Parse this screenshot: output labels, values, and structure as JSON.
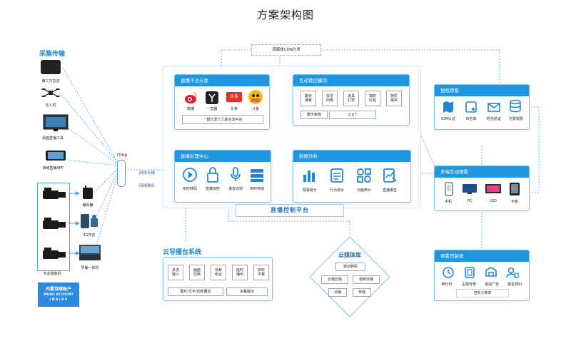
{
  "title": "方案架构图",
  "capture": {
    "label": "采集传输",
    "items": [
      {
        "label": "第三方拉流"
      },
      {
        "label": "无人机"
      },
      {
        "label": "桌面直播工具"
      },
      {
        "label": "目睹直播APP"
      }
    ],
    "cameras": [
      {
        "label": "编码器"
      },
      {
        "label": "4G背包"
      },
      {
        "label": "导播一体机"
      }
    ],
    "camera_label": "专业摄像机",
    "rtmp": "rtmp",
    "net_transfer": "网络传输",
    "net_aggregate": "网络聚合",
    "badge": {
      "line1": "内置目睹账户",
      "line2": "MUDU ACCOUNT",
      "line3": "I N S I D E"
    }
  },
  "cdn": "流媒体CDN分发",
  "live_distribution": {
    "title": "直播平台分发",
    "items": [
      {
        "label": "微博"
      },
      {
        "label": "一直播"
      },
      {
        "label": "头条"
      },
      {
        "label": "斗鱼"
      }
    ],
    "toutiao_text": "头条",
    "douyu_text": "斗鱼",
    "footer": "一键分发十几家主流平台"
  },
  "interactive_control": {
    "title": "互动管控模块",
    "cells": [
      "聊天\n弹幕",
      "投票\n问卷",
      "道具\n打赏",
      "抽奖\n红包",
      "随机\n抽奖"
    ],
    "chat_review": "聊天审核",
    "ppt": "p p t"
  },
  "processing": {
    "title": "直播处理中心",
    "items": [
      {
        "label": "实时转码"
      },
      {
        "label": "直播加密"
      },
      {
        "label": "语音识别"
      },
      {
        "label": "实时存储"
      }
    ]
  },
  "data_analysis": {
    "title": "数据分析",
    "items": [
      {
        "label": "观看统计"
      },
      {
        "label": "行为流水"
      },
      {
        "label": "功能统计"
      },
      {
        "label": "直播报告"
      }
    ]
  },
  "control_platform": "直播控制平台",
  "auth": {
    "title": "授权观看",
    "items": [
      {
        "label": "IDM认证"
      },
      {
        "label": "白名单"
      },
      {
        "label": "短信验证"
      },
      {
        "label": "付费观看"
      }
    ]
  },
  "multi_terminal": {
    "title": "多端互动观看",
    "items": [
      {
        "label": "手机"
      },
      {
        "label": "PC"
      },
      {
        "label": "LED"
      },
      {
        "label": "平板"
      }
    ]
  },
  "viewing_page": {
    "title": "观看页装修",
    "items": [
      {
        "label": "倒计时"
      },
      {
        "label": "主题背景"
      },
      {
        "label": "滚动广告"
      },
      {
        "label": "报名预约"
      }
    ],
    "footer": "自定义菜单"
  },
  "cloud_director": {
    "label": "云导播台系统",
    "cells": [
      "多流\n接入",
      "画面\n切换",
      "场景\n组合",
      "延时\n播出",
      "实时\n字幕"
    ],
    "footer_left": "图片/文字/动效叠加",
    "footer_right": "多路输出"
  },
  "media_library": {
    "title": "云媒体库",
    "items": [
      "自动转码",
      "云端剪辑",
      "视频外链",
      "点播",
      "存储"
    ]
  }
}
